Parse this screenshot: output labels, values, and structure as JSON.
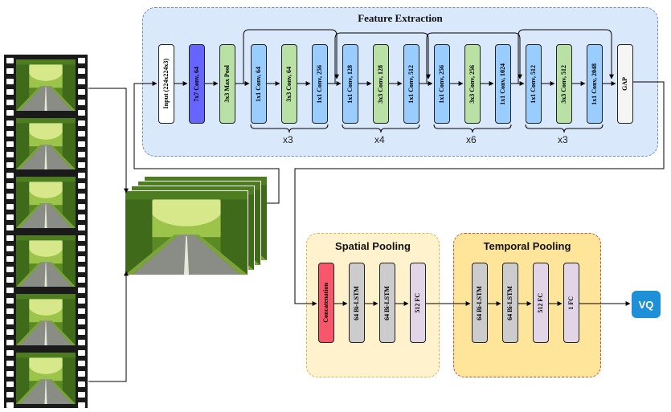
{
  "feature_extraction": {
    "title": "Feature Extraction",
    "blocks": [
      {
        "label": "Input (224x224x3)",
        "color": "#ffffff"
      },
      {
        "label": "7x7 Conv, 64",
        "color": "#6666ff"
      },
      {
        "label": "3x3 Max Pool",
        "color": "#b9e0a5"
      },
      {
        "label": "1x1 Conv, 64",
        "color": "#99ccff"
      },
      {
        "label": "3x3 Conv, 64",
        "color": "#b9e0a5"
      },
      {
        "label": "1x1 Conv, 256",
        "color": "#99ccff"
      },
      {
        "label": "1x1 Conv, 128",
        "color": "#99ccff"
      },
      {
        "label": "3x3 Conv, 128",
        "color": "#b9e0a5"
      },
      {
        "label": "1x1 Conv, 512",
        "color": "#99ccff"
      },
      {
        "label": "1x1 Conv, 256",
        "color": "#99ccff"
      },
      {
        "label": "3x3 Conv, 256",
        "color": "#b9e0a5"
      },
      {
        "label": "1x1 Conv, 1024",
        "color": "#99ccff"
      },
      {
        "label": "1x1 Conv, 512",
        "color": "#99ccff"
      },
      {
        "label": "3x3 Conv, 512",
        "color": "#b9e0a5"
      },
      {
        "label": "1x1 Conv, 2048",
        "color": "#99ccff"
      },
      {
        "label": "GAP",
        "color": "#f5f5f5"
      }
    ],
    "groups": [
      "x3",
      "x4",
      "x6",
      "x3"
    ]
  },
  "spatial_pooling": {
    "title": "Spatial Pooling",
    "blocks": [
      {
        "label": "Concatenation",
        "color": "#f8566a"
      },
      {
        "label": "64 Bi-LSTM",
        "color": "#cccccc"
      },
      {
        "label": "64 Bi-LSTM",
        "color": "#cccccc"
      },
      {
        "label": "512 FC",
        "color": "#e1d5e7"
      }
    ]
  },
  "temporal_pooling": {
    "title": "Temporal Pooling",
    "blocks": [
      {
        "label": "64 Bi-LSTM",
        "color": "#cccccc"
      },
      {
        "label": "64 Bi-LSTM",
        "color": "#cccccc"
      },
      {
        "label": "512 FC",
        "color": "#e1d5e7"
      },
      {
        "label": "1 FC",
        "color": "#e1d5e7"
      }
    ]
  },
  "output": {
    "label": "VQ",
    "color": "#1e90d8"
  }
}
